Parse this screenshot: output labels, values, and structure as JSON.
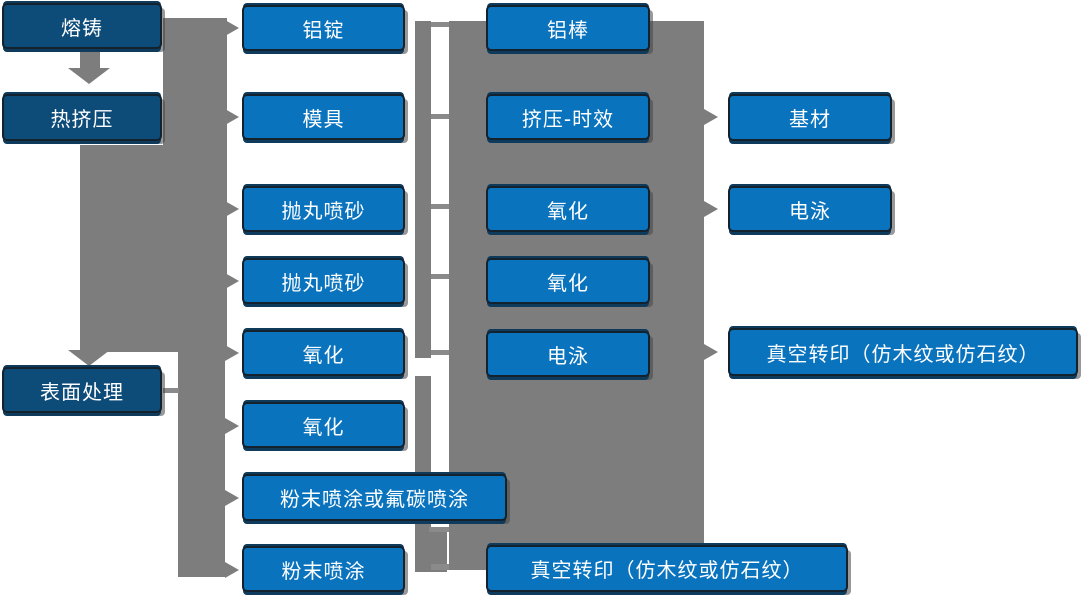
{
  "diagram": {
    "description": "Aluminium profile production process flowchart",
    "colors": {
      "stage_box": "#0d4b79",
      "process_box": "#0a73be",
      "connector_gray": "#7d7d7d",
      "text": "#ffffff",
      "background": "#ffffff"
    },
    "nodes": [
      {
        "label": "熔铸"
      },
      {
        "label": "热挤压"
      },
      {
        "label": "表面处理"
      },
      {
        "label": "铝锭"
      },
      {
        "label": "模具"
      },
      {
        "label": "抛丸喷砂"
      },
      {
        "label": "抛丸喷砂"
      },
      {
        "label": "氧化"
      },
      {
        "label": "氧化"
      },
      {
        "label": "粉末喷涂或氟碳喷涂"
      },
      {
        "label": "粉末喷涂"
      },
      {
        "label": "铝棒"
      },
      {
        "label": "挤压-时效"
      },
      {
        "label": "氧化"
      },
      {
        "label": "氧化"
      },
      {
        "label": "电泳"
      },
      {
        "label": "真空转印（仿木纹或仿石纹）"
      },
      {
        "label": "基材"
      },
      {
        "label": "电泳"
      },
      {
        "label": "真空转印（仿木纹或仿石纹）"
      }
    ],
    "connectors": {
      "left_rail_down_targets": [
        "热挤压",
        "表面处理"
      ],
      "left_rail_right_targets": [
        "铝锭",
        "模具",
        "抛丸喷砂",
        "抛丸喷砂",
        "氧化",
        "氧化",
        "粉末喷涂或氟碳喷涂",
        "粉末喷涂"
      ],
      "middle_rail_pairs": [
        [
          "铝锭",
          "铝棒"
        ],
        [
          "模具",
          "挤压-时效"
        ],
        [
          "抛丸喷砂",
          "氧化"
        ],
        [
          "抛丸喷砂",
          "氧化"
        ],
        [
          "氧化",
          "电泳"
        ],
        [
          "粉末喷涂",
          "真空转印（仿木纹或仿石纹）"
        ]
      ],
      "right_rail_pairs": [
        [
          "挤压-时效",
          "基材"
        ],
        [
          "氧化",
          "电泳"
        ],
        [
          "电泳",
          "真空转印（仿木纹或仿石纹）"
        ]
      ],
      "side_link": [
        "表面处理",
        "left-rail"
      ]
    }
  }
}
